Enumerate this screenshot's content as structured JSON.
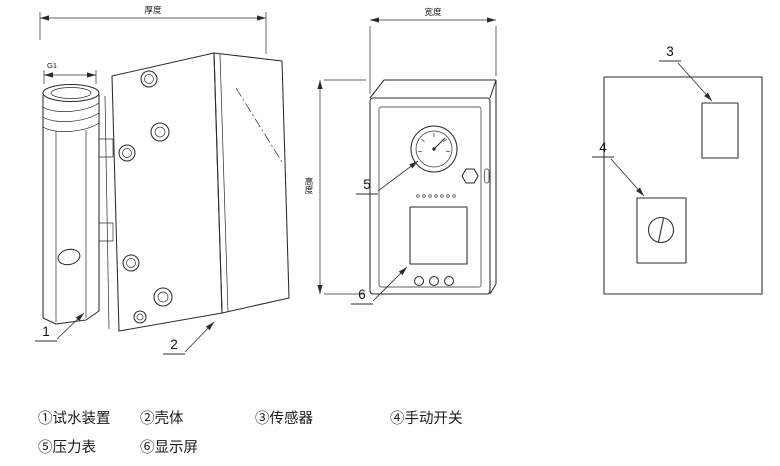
{
  "colors": {
    "background": "#ffffff",
    "line": "#2b2b2b",
    "text": "#111111"
  },
  "side_view": {
    "dim_top": "厚度",
    "thread": "G1",
    "callout_1": "1",
    "callout_2": "2"
  },
  "front_view": {
    "dim_top": "宽度",
    "dim_left": "高度",
    "callout_5": "5",
    "callout_6": "6"
  },
  "back_view": {
    "callout_3": "3",
    "callout_4": "4"
  },
  "legend": {
    "row1": [
      {
        "num": "①",
        "label": "试水装置"
      },
      {
        "num": "②",
        "label": "壳体"
      },
      {
        "num": "③",
        "label": "传感器"
      },
      {
        "num": "④",
        "label": "手动开关"
      }
    ],
    "row2": [
      {
        "num": "⑤",
        "label": "压力表"
      },
      {
        "num": "⑥",
        "label": "显示屏"
      }
    ]
  }
}
